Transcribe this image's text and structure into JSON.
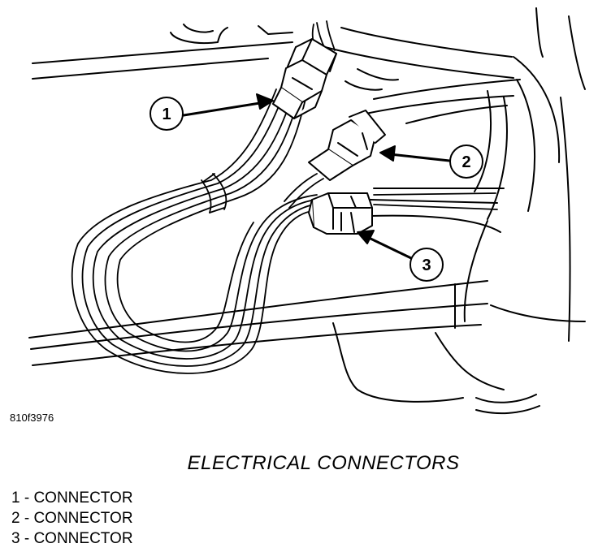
{
  "figure_id": "810f3976",
  "title": "ELECTRICAL CONNECTORS",
  "callouts": [
    {
      "number": "1",
      "label": "CONNECTOR"
    },
    {
      "number": "2",
      "label": "CONNECTOR"
    },
    {
      "number": "3",
      "label": "CONNECTOR"
    }
  ],
  "legend": [
    {
      "text": "1 - CONNECTOR"
    },
    {
      "text": "2 - CONNECTOR"
    },
    {
      "text": "3 - CONNECTOR"
    }
  ]
}
